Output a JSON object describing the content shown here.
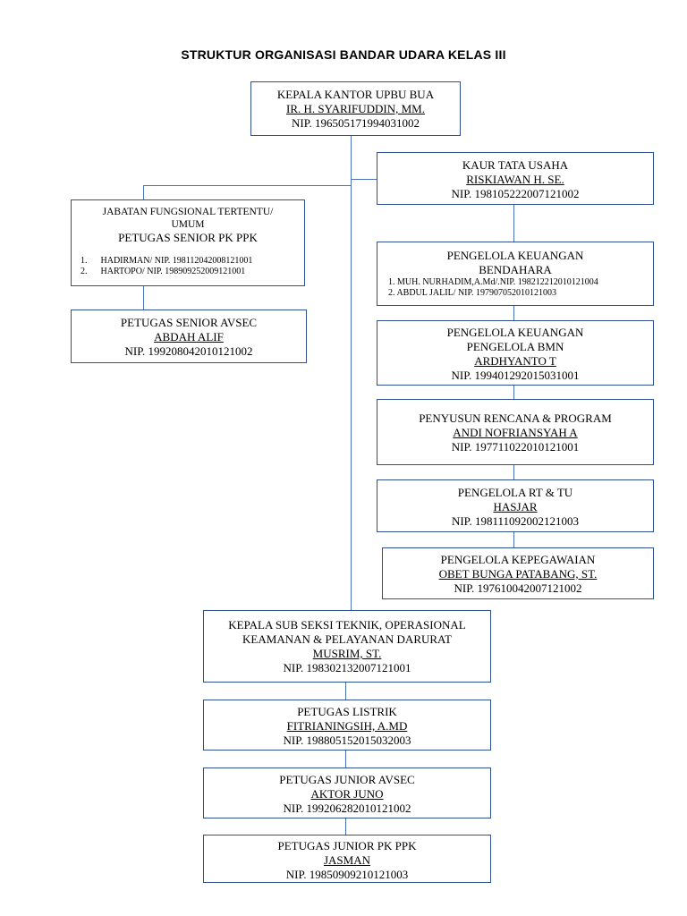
{
  "title": "STRUKTUR ORGANISASI BANDAR UDARA  KELAS III",
  "kepala": {
    "jabatan": "KEPALA KANTOR UPBU BUA",
    "nama": "IR. H. SYARIFUDDIN, MM.",
    "nip": "NIP. 196505171994031002"
  },
  "kaur": {
    "jabatan": "KAUR TATA USAHA",
    "nama": "RISKIAWAN H. SE.",
    "nip": "NIP. 198105222007121002"
  },
  "fungsional": {
    "jabatan1": "JABATAN FUNGSIONAL TERTENTU/",
    "jabatan2": "UMUM",
    "jabatan3": "PETUGAS SENIOR PK PPK",
    "items": [
      "1.      HADIRMAN/ NIP. 198112042008121001",
      "2.      HARTOPO/ NIP. 198909252009121001"
    ]
  },
  "avsec_senior": {
    "jabatan": "PETUGAS SENIOR AVSEC",
    "nama": "ABDAH ALIF",
    "nip": "NIP. 199208042010121002"
  },
  "bendahara": {
    "jabatan1": "PENGELOLA KEUANGAN",
    "jabatan2": "BENDAHARA",
    "items": [
      "1.  MUH. NURHADIM,A.Md/.NIP. 198212212010121004",
      "2.  ABDUL JALIL/ NIP. 197907052010121003"
    ]
  },
  "bmn": {
    "jabatan1": "PENGELOLA KEUANGAN",
    "jabatan2": "PENGELOLA BMN",
    "nama": "ARDHYANTO T",
    "nip": "NIP. 199401292015031001"
  },
  "rencana": {
    "jabatan": "PENYUSUN RENCANA & PROGRAM",
    "nama": "ANDI NOFRIANSYAH A",
    "nip": "NIP. 197711022010121001"
  },
  "rttu": {
    "jabatan": "PENGELOLA RT & TU",
    "nama": "HASJAR",
    "nip": "NIP. 198111092002121003"
  },
  "kepegawaian": {
    "jabatan": "PENGELOLA KEPEGAWAIAN",
    "nama": "OBET BUNGA PATABANG, ST.",
    "nip": "NIP. 197610042007121002"
  },
  "kasubsi": {
    "jabatan1": "KEPALA SUB SEKSI TEKNIK, OPERASIONAL",
    "jabatan2": "KEAMANAN & PELAYANAN DARURAT",
    "nama": "MUSRIM, ST.",
    "nip": "NIP. 198302132007121001"
  },
  "listrik": {
    "jabatan": "PETUGAS LISTRIK",
    "nama": "FITRIANINGSIH, A.MD",
    "nip": "NIP. 198805152015032003"
  },
  "avsec_junior": {
    "jabatan": "PETUGAS JUNIOR AVSEC",
    "nama": "AKTOR JUNO",
    "nip": "NIP. 199206282010121002"
  },
  "pkppk_junior": {
    "jabatan": "PETUGAS JUNIOR PK PPK",
    "nama": "JASMAN",
    "nip": "NIP. 19850909210121003"
  }
}
